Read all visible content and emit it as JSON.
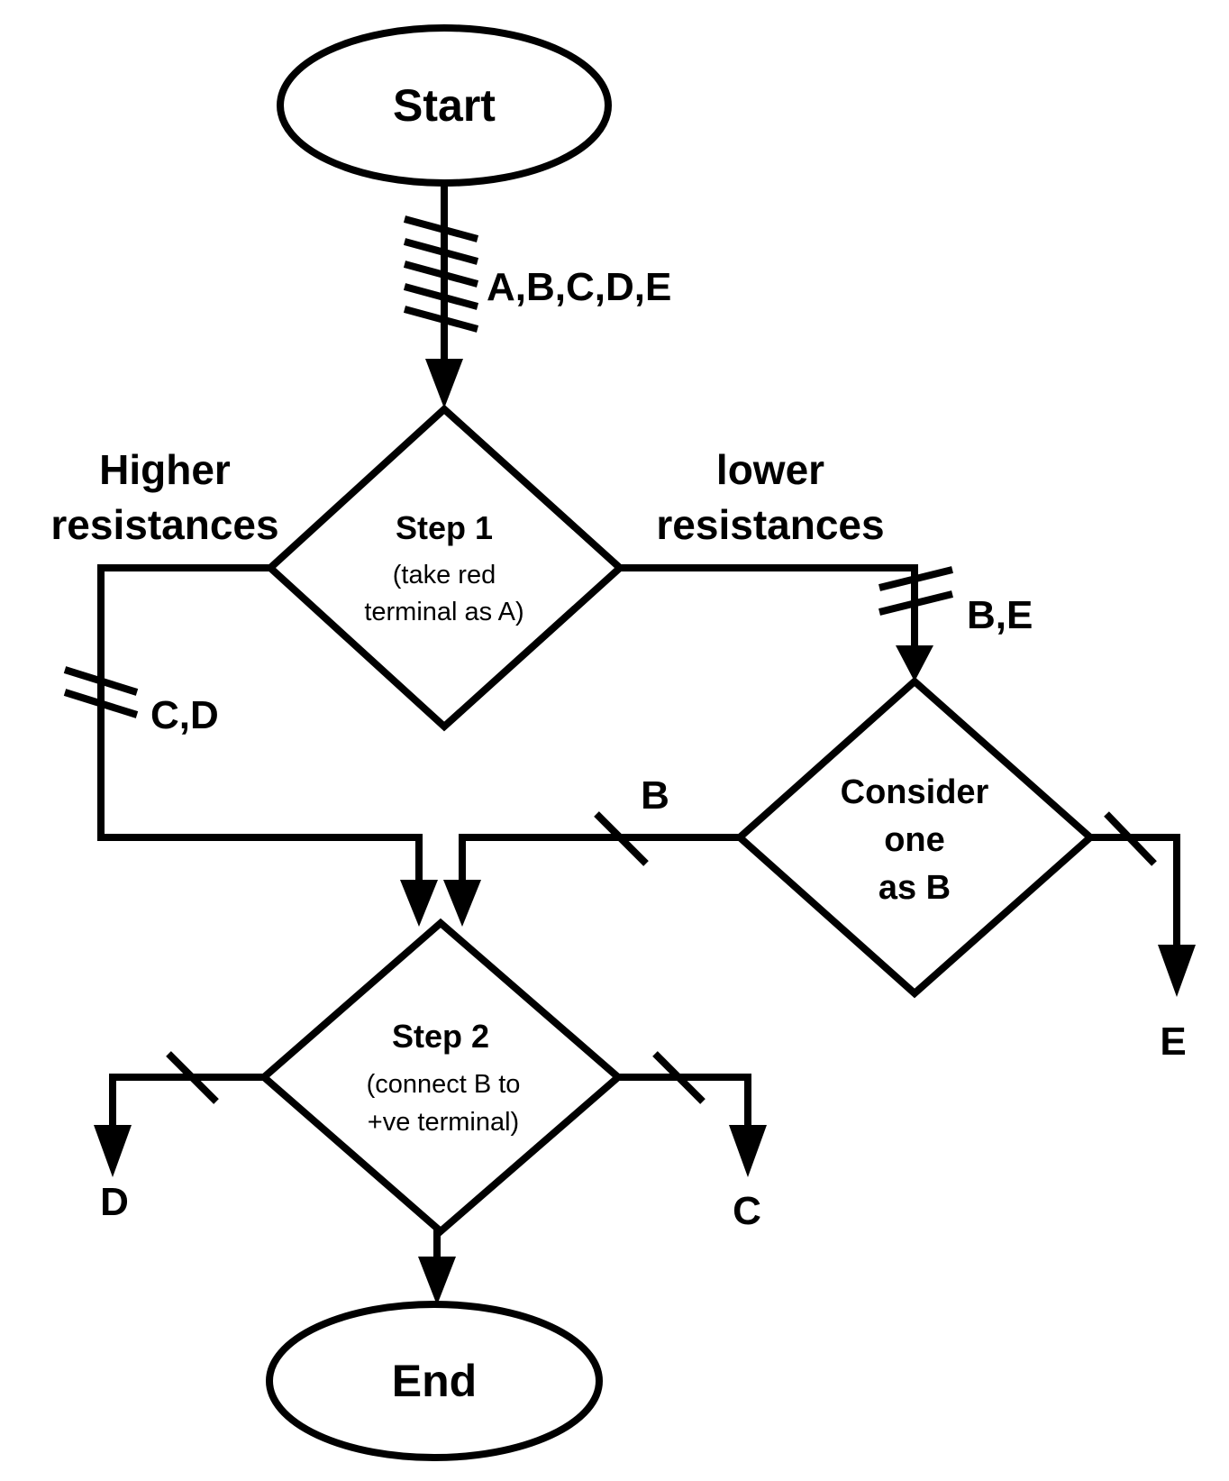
{
  "colors": {
    "stroke": "#000000",
    "background": "#ffffff"
  },
  "nodes": {
    "start": "Start",
    "end": "End",
    "step1": {
      "title": "Step 1",
      "line1": "(take red",
      "line2": "terminal as A)"
    },
    "consider": {
      "line1": "Consider",
      "line2": "one",
      "line3": "as B"
    },
    "step2": {
      "title": "Step 2",
      "line1": "(connect B to",
      "line2": "+ve terminal)"
    }
  },
  "edges": {
    "start_out": "A,B,C,D,E",
    "step1_left_line1": "Higher",
    "step1_left_line2": "resistances",
    "step1_right_line1": "lower",
    "step1_right_line2": "resistances",
    "step1_right_bus": "B,E",
    "step1_left_bus": "C,D",
    "consider_left": "B",
    "consider_right": "E",
    "step2_left": "D",
    "step2_right": "C"
  }
}
